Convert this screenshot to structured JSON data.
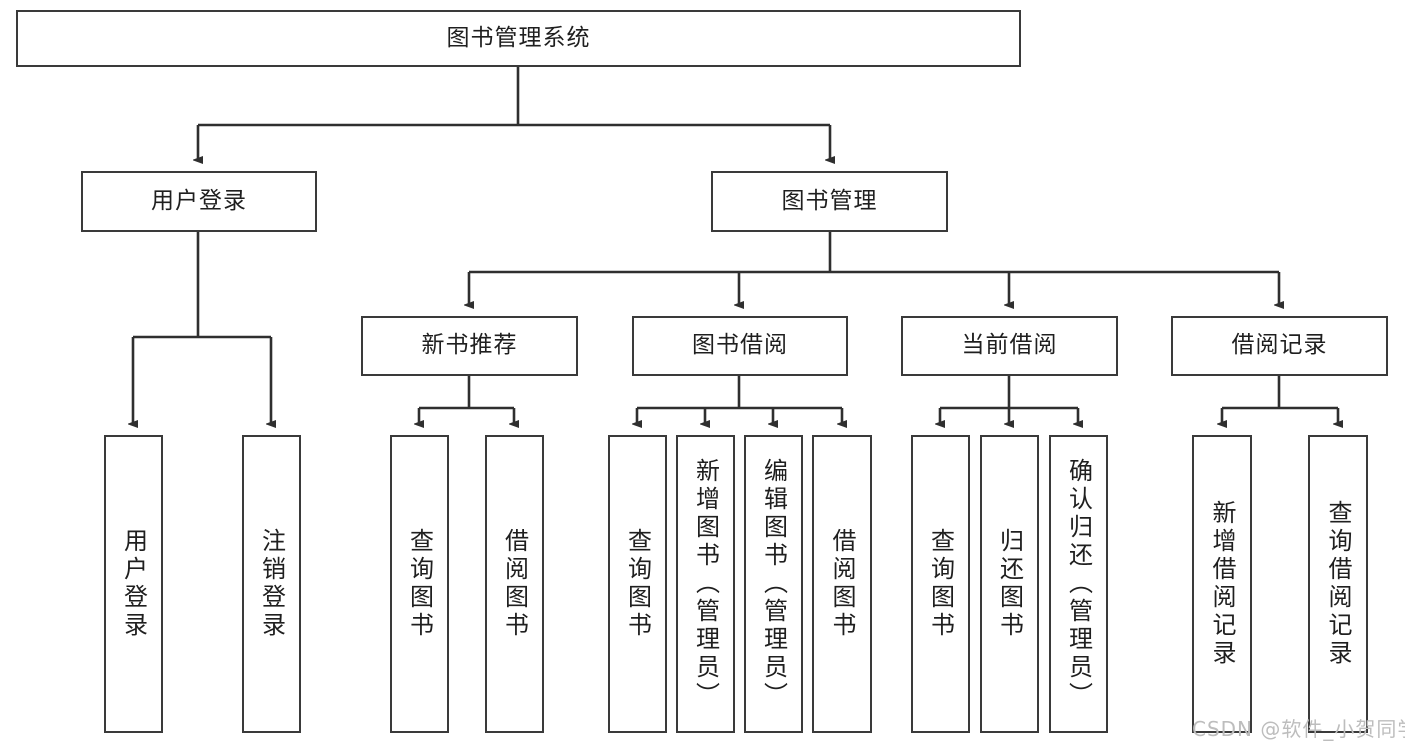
{
  "diagram": {
    "type": "tree-hierarchy",
    "title": "图书管理系统",
    "watermark": "CSDN @软件_小贺同学",
    "colors": {
      "box_stroke": "#3a3a3a",
      "box_fill": "#ffffff",
      "connector": "#2f2f2f",
      "text": "#1f1f1f",
      "watermark": "#bdbdbd"
    },
    "root": {
      "label": "图书管理系统"
    },
    "level1": [
      {
        "label": "用户登录"
      },
      {
        "label": "图书管理"
      }
    ],
    "level2": [
      {
        "label": "新书推荐"
      },
      {
        "label": "图书借阅"
      },
      {
        "label": "当前借阅"
      },
      {
        "label": "借阅记录"
      }
    ],
    "leaves": {
      "user_login": [
        {
          "label": "用户登录"
        },
        {
          "label": "注销登录"
        }
      ],
      "new_book_recommend": [
        {
          "label": "查询图书"
        },
        {
          "label": "借阅图书"
        }
      ],
      "book_borrow": [
        {
          "label": "查询图书"
        },
        {
          "label": "新增图书（管理员）"
        },
        {
          "label": "编辑图书（管理员）"
        },
        {
          "label": "借阅图书"
        }
      ],
      "current_borrow": [
        {
          "label": "查询图书"
        },
        {
          "label": "归还图书"
        },
        {
          "label": "确认归还（管理员）"
        }
      ],
      "borrow_record": [
        {
          "label": "新增借阅记录"
        },
        {
          "label": "查询借阅记录"
        }
      ]
    }
  }
}
